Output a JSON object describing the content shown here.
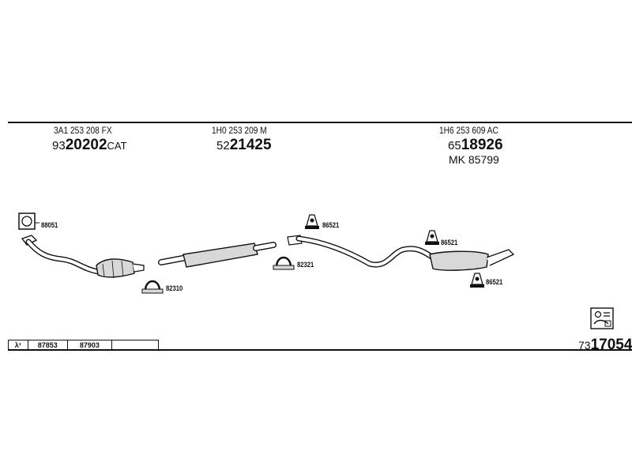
{
  "sections": [
    {
      "oe_number": "3A1 253 208 FX",
      "prefix": "93",
      "main": "20202",
      "suffix": "CAT"
    },
    {
      "oe_number": "1H0 253 209 M",
      "prefix": "52",
      "main": "21425",
      "suffix": ""
    },
    {
      "oe_number": "1H6 253 609 AC",
      "prefix": "65",
      "main": "18926",
      "suffix": "",
      "extra": "MK  85799"
    }
  ],
  "part_labels": {
    "gasket_top": "88051",
    "clamp_left": "82310",
    "clamp_mid": "82321",
    "hanger_1": "86521",
    "hanger_2": "86521",
    "hanger_3": "86521"
  },
  "lambda_row": {
    "symbol": "λ¹",
    "values": [
      "87853",
      "87903",
      ""
    ]
  },
  "total": {
    "prefix": "73",
    "main": "17054"
  },
  "icons": [
    "kit-box-icon",
    "gasket-icon",
    "clamp-icon",
    "hanger-icon"
  ],
  "colors": {
    "ink": "#111111",
    "background": "#ffffff",
    "part_fill": "#d8d8d8"
  }
}
